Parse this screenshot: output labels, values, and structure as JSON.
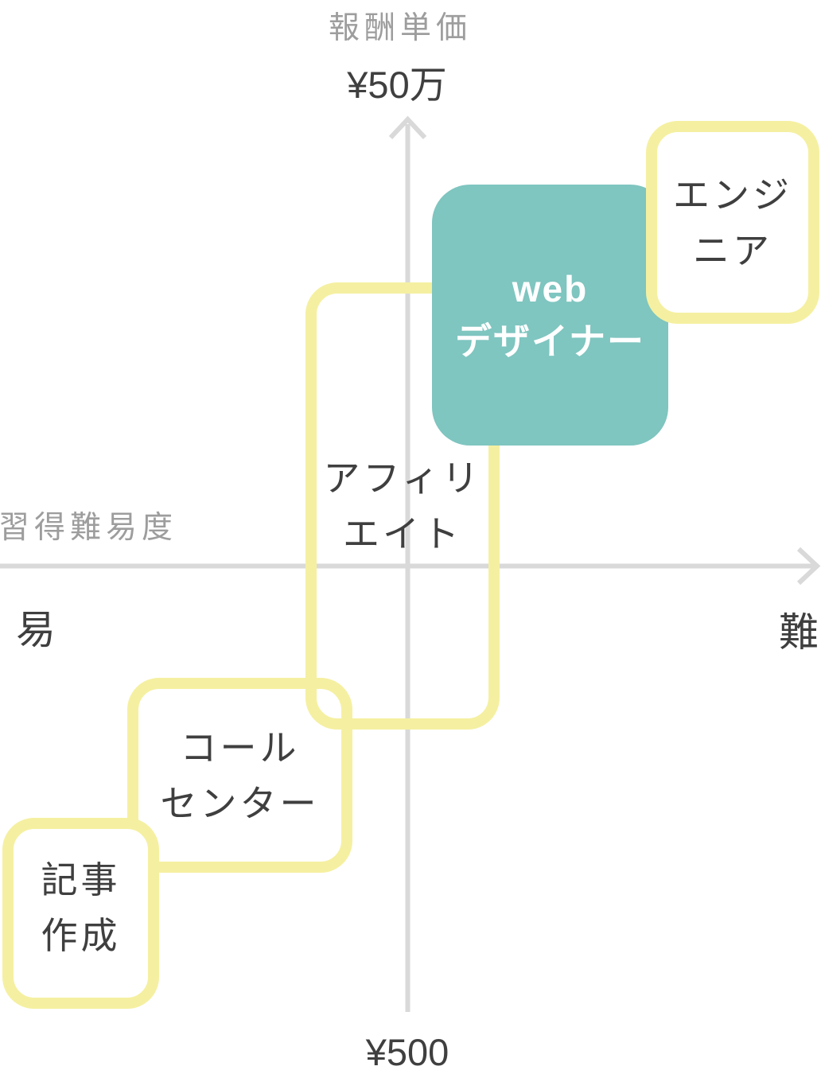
{
  "axes": {
    "y_title": "報酬単価",
    "y_max_label": "¥50万",
    "y_min_label": "¥500",
    "x_title": "習得難易度",
    "x_min_label": "易",
    "x_max_label": "難"
  },
  "boxes": {
    "engineer": {
      "label": "エンジニア",
      "line1": "エンジ",
      "line2": "ニア",
      "style": "yellow-outline"
    },
    "web_designer": {
      "label": "webデザイナー",
      "line1": "web",
      "line2": "デザイナー",
      "style": "teal-filled"
    },
    "affiliate": {
      "label": "アフィリエイト",
      "line1": "アフィリ",
      "line2": "エイト",
      "style": "yellow-outline"
    },
    "call_center": {
      "label": "コールセンター",
      "line1": "コール",
      "line2": "センター",
      "style": "yellow-outline"
    },
    "article": {
      "label": "記事作成",
      "line1": "記事",
      "line2": "作成",
      "style": "yellow-outline"
    }
  },
  "colors": {
    "teal_fill": "#7FC5C0",
    "yellow_border": "#F5F0A1",
    "axis_line": "#D9D9D9",
    "muted_label": "#9D9D9D",
    "dark_text": "#3F3F3F",
    "text_on_teal": "#FFFFFF",
    "background": "#FFFFFF"
  },
  "chart_data": {
    "type": "scatter",
    "x_axis": {
      "title": "習得難易度",
      "min_label": "易",
      "max_label": "難"
    },
    "y_axis": {
      "title": "報酬単価",
      "min_label": "¥500",
      "max_label": "¥50万"
    },
    "points": [
      {
        "label": "記事作成",
        "difficulty": -0.8,
        "pay": -0.78
      },
      {
        "label": "コールセンター",
        "difficulty": -0.41,
        "pay": -0.47
      },
      {
        "label": "アフィリエイト",
        "difficulty": -0.01,
        "pay": 0.13
      },
      {
        "label": "webデザイナー",
        "difficulty": 0.35,
        "pay": 0.56,
        "highlighted": true
      },
      {
        "label": "エンジニア",
        "difficulty": 0.8,
        "pay": 0.77
      }
    ]
  }
}
